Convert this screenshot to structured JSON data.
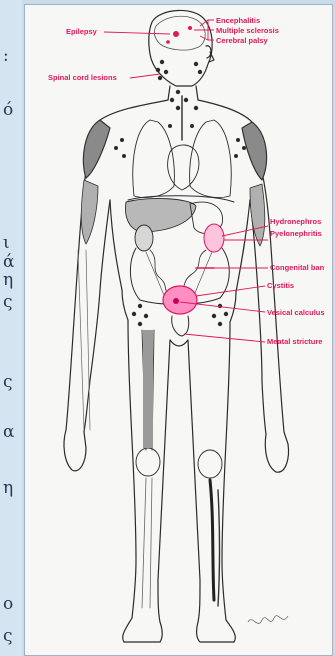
{
  "left_margin_glyphs": [
    ":",
    "ό",
    "ι",
    "ά",
    "η",
    "ς",
    "ς",
    "α",
    "η",
    "ο",
    "ς"
  ],
  "labels": {
    "encephalitis": "Encephalitis",
    "multiple_sclerosis": "Multiple sclerosis",
    "cerebral_palsy": "Cerebral palsy",
    "epilepsy": "Epilepsy",
    "spinal_cord_lesions": "Spinal cord lesions",
    "hydronephrosis": "Hydronephros",
    "pyelonephritis": "Pyelonephritis",
    "congenital_bands": "Congenital ban",
    "cystitis": "Cystitis",
    "vesical_calculus": "Vesical calculus",
    "meatal_stricture": "Meatal stricture"
  },
  "colors": {
    "label": "#e0185a",
    "highlight": "#ff5fa8",
    "ink": "#2b2b2b"
  }
}
